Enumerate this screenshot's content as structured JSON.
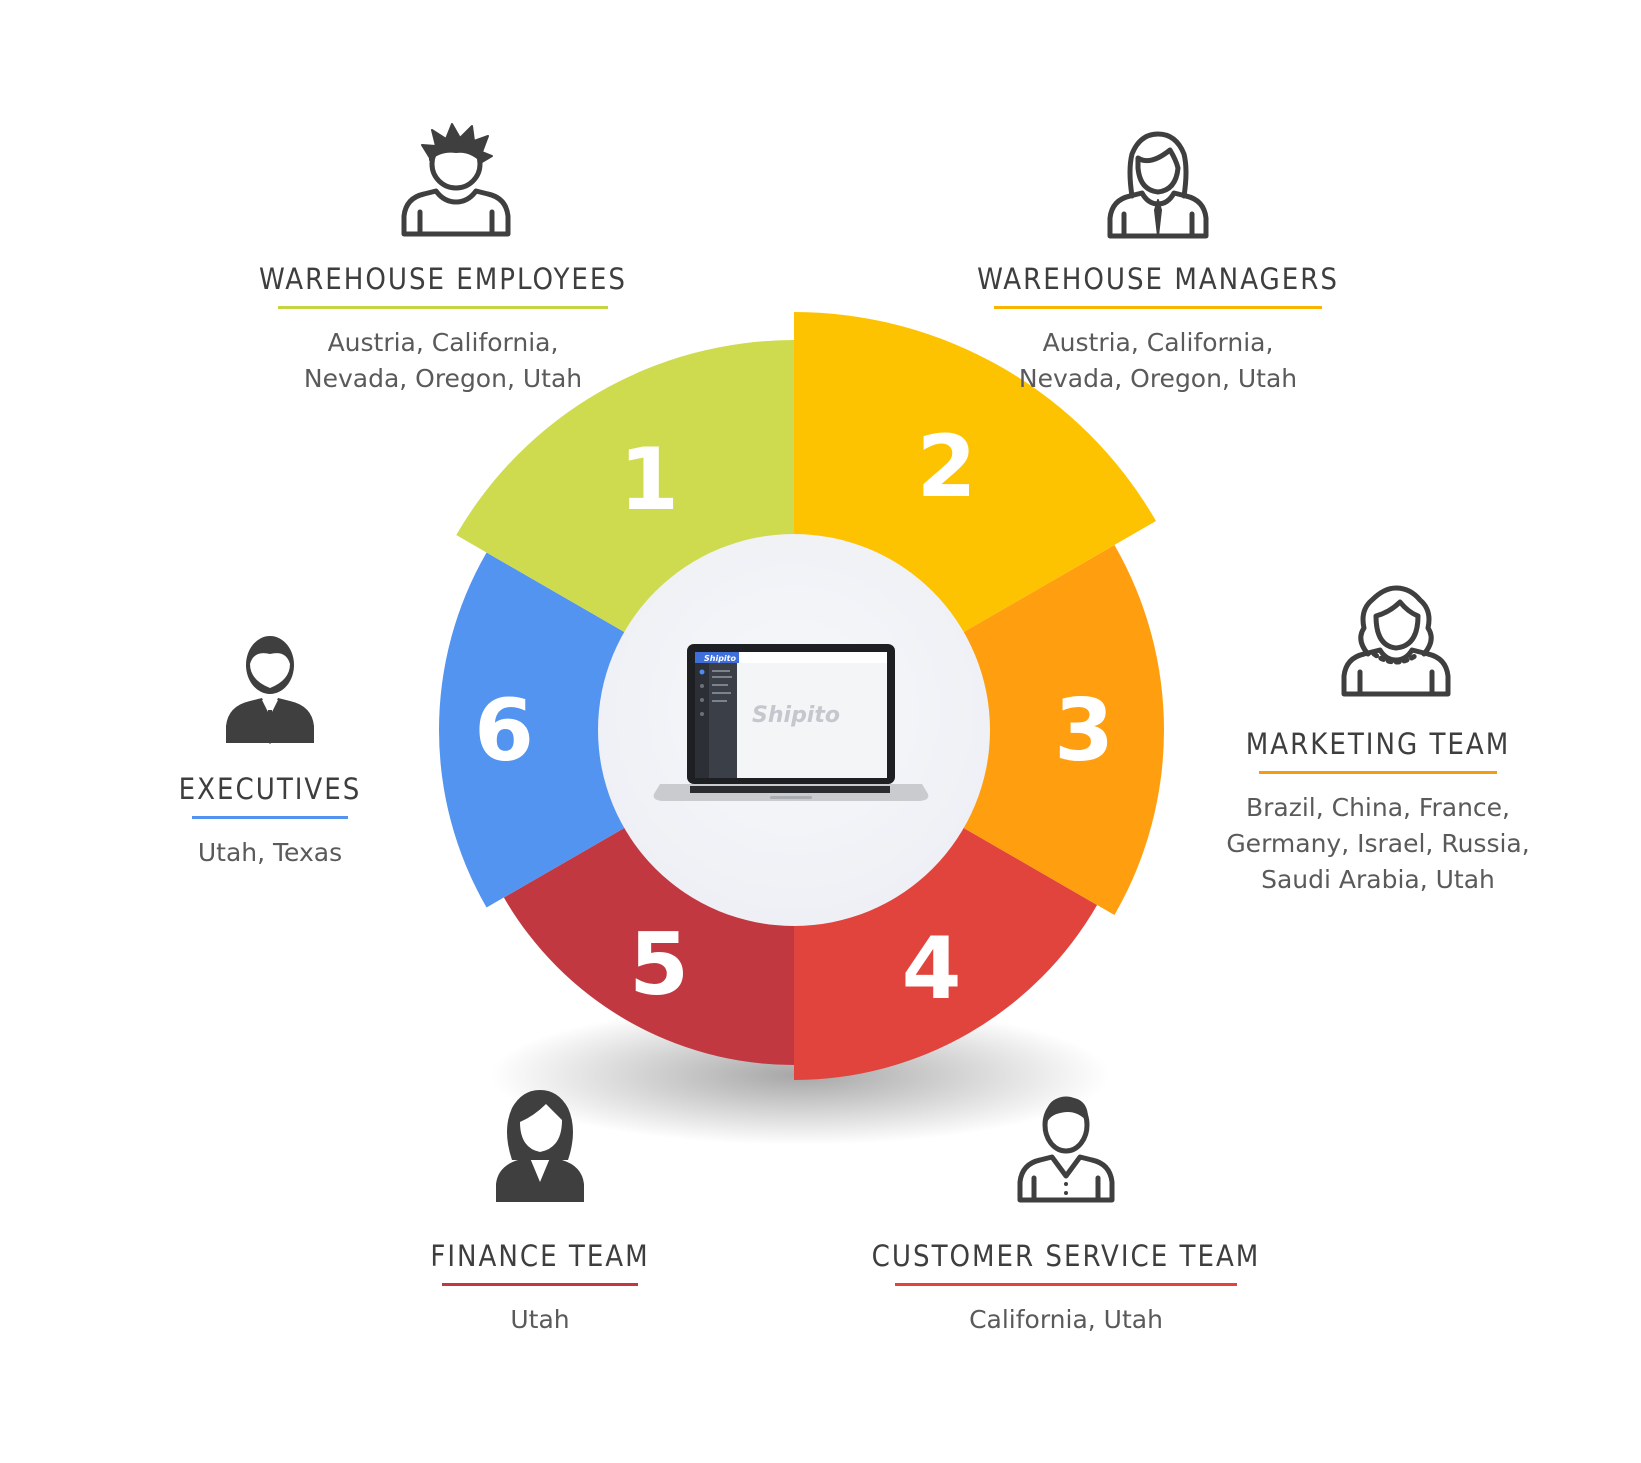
{
  "segments": [
    {
      "number": "1",
      "color": "#CFDB4E"
    },
    {
      "number": "2",
      "color": "#FDC300"
    },
    {
      "number": "3",
      "color": "#FF9E0F"
    },
    {
      "number": "4",
      "color": "#E0443C"
    },
    {
      "number": "5",
      "color": "#C23841"
    },
    {
      "number": "6",
      "color": "#5294F0"
    }
  ],
  "center": {
    "logo_text": "Shipito"
  },
  "teams": {
    "warehouse_employees": {
      "title": "WAREHOUSE EMPLOYEES",
      "line1": "Austria, California,",
      "line2": "Nevada, Oregon, Utah",
      "color": "#C6D444",
      "icon": "person-spiky-hair-icon"
    },
    "warehouse_managers": {
      "title": "WAREHOUSE MANAGERS",
      "line1": "Austria, California,",
      "line2": "Nevada, Oregon, Utah",
      "color": "#F7B500",
      "icon": "woman-with-tie-icon"
    },
    "marketing_team": {
      "title": "MARKETING TEAM",
      "line1": "Brazil, China, France,",
      "line2": "Germany, Israel, Russia,",
      "line3": "Saudi Arabia, Utah",
      "color": "#F39C12",
      "icon": "woman-icon"
    },
    "customer_service_team": {
      "title": "CUSTOMER SERVICE TEAM",
      "line1": "California, Utah",
      "color": "#E0443C",
      "icon": "man-polo-icon"
    },
    "finance_team": {
      "title": "FINANCE TEAM",
      "line1": "Utah",
      "color": "#C23841",
      "icon": "businesswoman-icon"
    },
    "executives": {
      "title": "EXECUTIVES",
      "line1": "Utah, Texas",
      "color": "#5294F0",
      "icon": "businessman-icon"
    }
  }
}
